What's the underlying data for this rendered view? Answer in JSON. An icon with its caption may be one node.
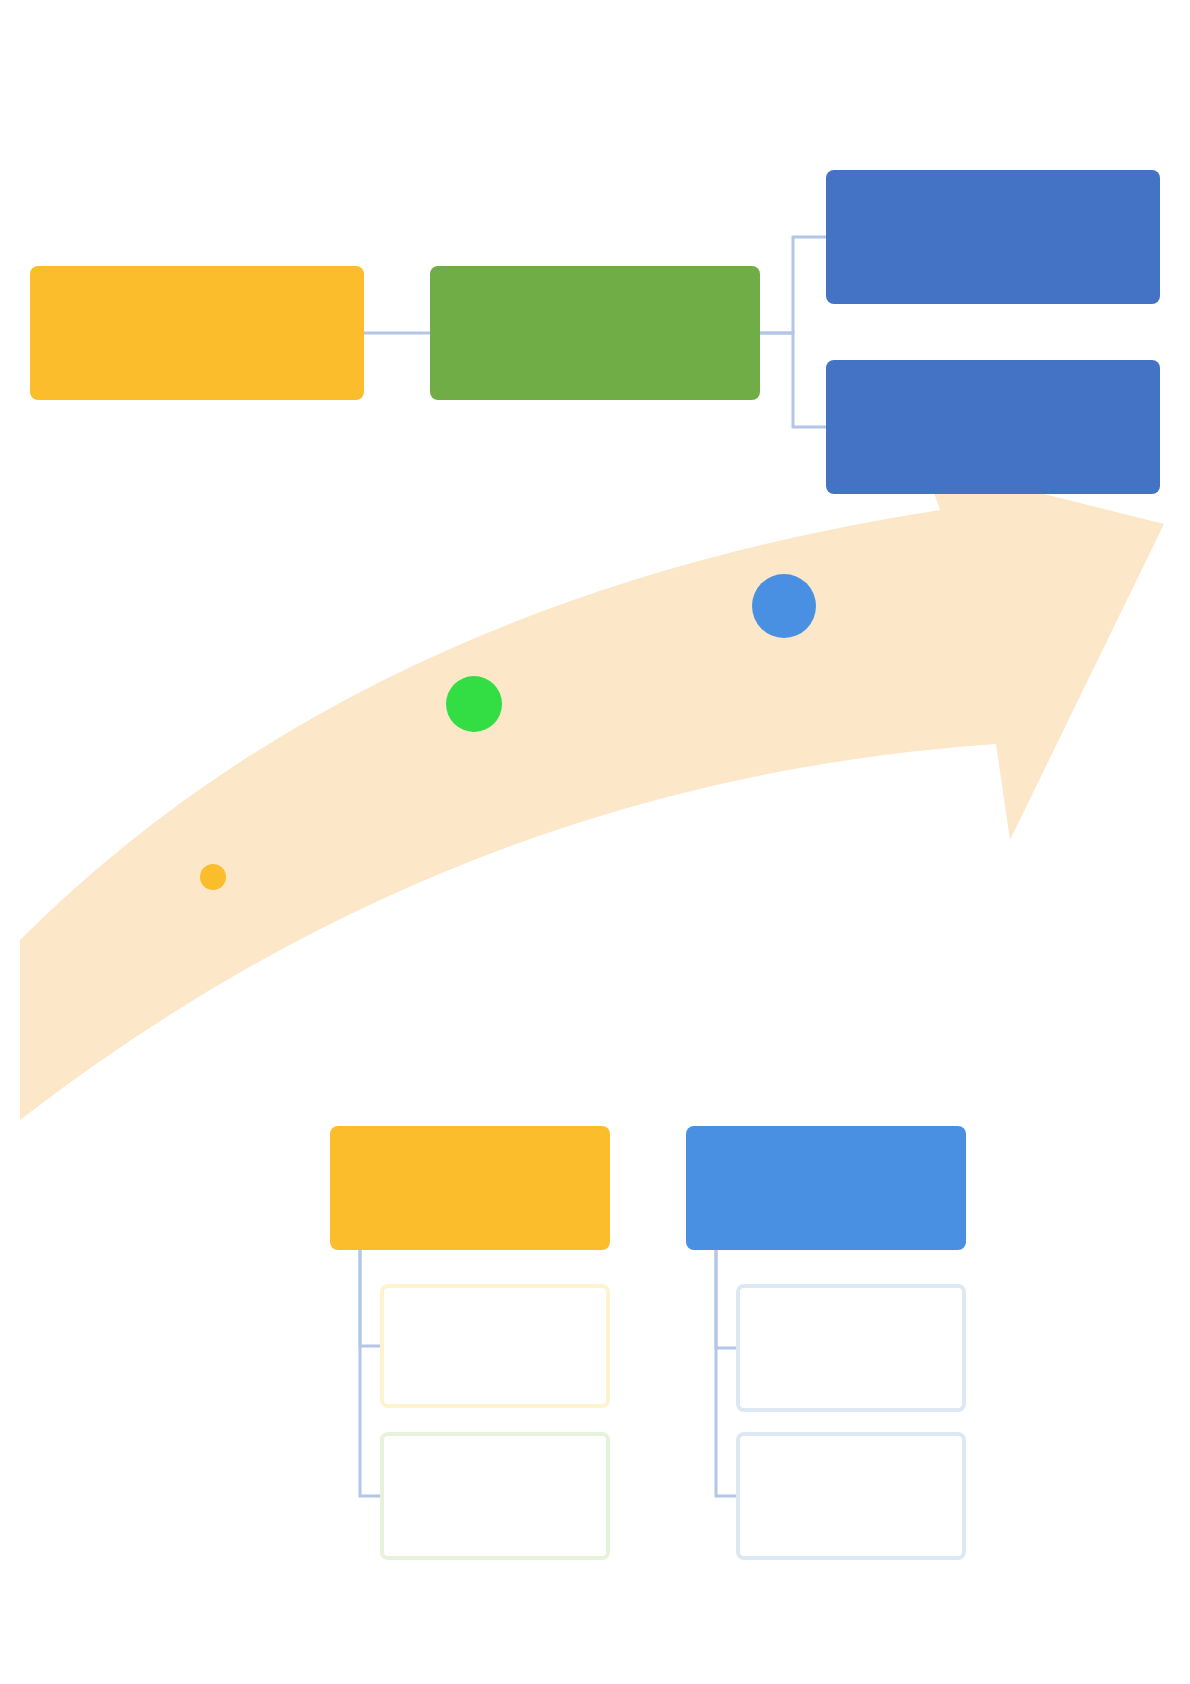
{
  "diagram": {
    "nodes": [
      {
        "text": [],
        "shape": "box"
      },
      {
        "text": [],
        "shape": "box"
      },
      {
        "text": [],
        "shape": "box"
      },
      {
        "text": [],
        "shape": "box"
      },
      {
        "text": [],
        "shape": "circle"
      },
      {
        "text": [],
        "shape": "circle"
      },
      {
        "text": [],
        "shape": "circle"
      },
      {
        "text": [],
        "shape": "box"
      },
      {
        "text": [],
        "shape": "box"
      },
      {
        "text": [],
        "shape": "box"
      },
      {
        "text": [],
        "shape": "box"
      },
      {
        "text": [],
        "shape": "box"
      },
      {
        "text": [],
        "shape": "box"
      }
    ],
    "edges": [
      {
        "from": 0,
        "to": 1,
        "arrow": "none"
      },
      {
        "from": 1,
        "to": 2,
        "arrow": "none"
      },
      {
        "from": 1,
        "to": 3,
        "arrow": "none"
      },
      {
        "from": 7,
        "to": 8,
        "arrow": "none"
      },
      {
        "from": 7,
        "to": 9,
        "arrow": "none"
      },
      {
        "from": 10,
        "to": 11,
        "arrow": "none"
      },
      {
        "from": 10,
        "to": 12,
        "arrow": "none"
      }
    ]
  }
}
